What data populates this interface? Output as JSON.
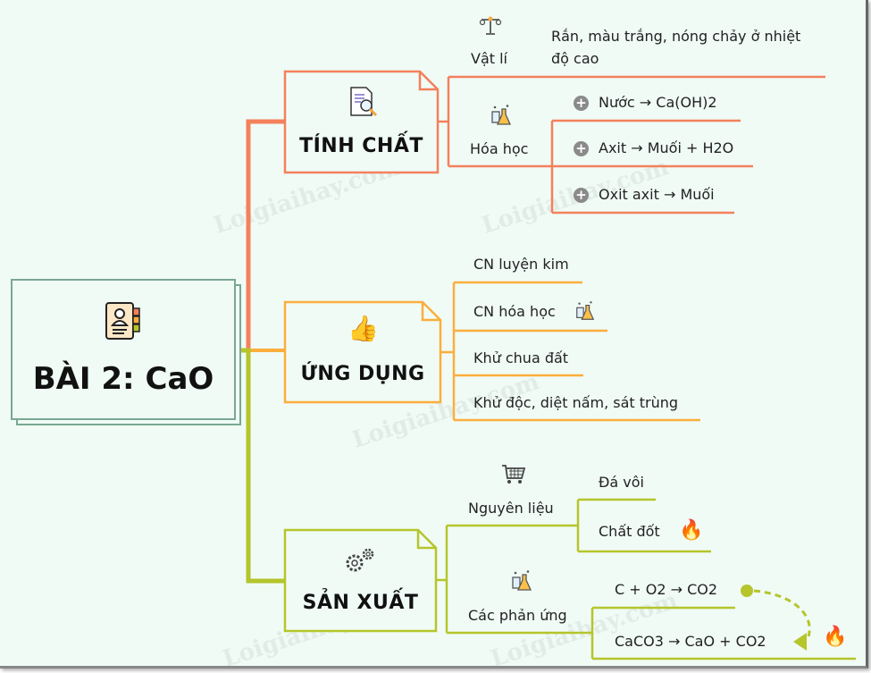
{
  "center": {
    "title": "BÀI 2: CaO",
    "icon": "contact-card-icon"
  },
  "colors": {
    "tinh_chat": "#f4805c",
    "ung_dung": "#fbae3c",
    "san_xuat": "#b5c52b",
    "background": "#f0fbf6"
  },
  "watermark": "Loigiaihay.com",
  "branches": {
    "tinh_chat": {
      "title": "TÍNH CHẤT",
      "icon": "document-search-icon",
      "vat_li": {
        "label": "Vật lí",
        "icon": "scale-icon",
        "line1": "Rắn, màu trắng, nóng chảy ở nhiệt",
        "line2": "độ cao"
      },
      "hoa_hoc": {
        "label": "Hóa học",
        "icon": "lab-flask-icon",
        "items": [
          "Nước → Ca(OH)2",
          "Axit → Muối + H2O",
          "Oxit axit → Muối"
        ]
      }
    },
    "ung_dung": {
      "title": "ỨNG DỤNG",
      "icon": "thumbs-up-icon",
      "items": [
        "CN luyện kim",
        "CN hóa học",
        "Khử chua đất",
        "Khử độc, diệt nấm, sát trùng"
      ]
    },
    "san_xuat": {
      "title": "SẢN XUẤT",
      "icon": "gears-icon",
      "nguyen_lieu": {
        "label": "Nguyên liệu",
        "icon": "cart-icon",
        "items": [
          "Đá vôi",
          "Chất đốt"
        ]
      },
      "phan_ung": {
        "label": "Các phản ứng",
        "icon": "lab-flask-icon",
        "items": [
          "C + O2 → CO2",
          "CaCO3 → CaO + CO2"
        ]
      }
    }
  }
}
